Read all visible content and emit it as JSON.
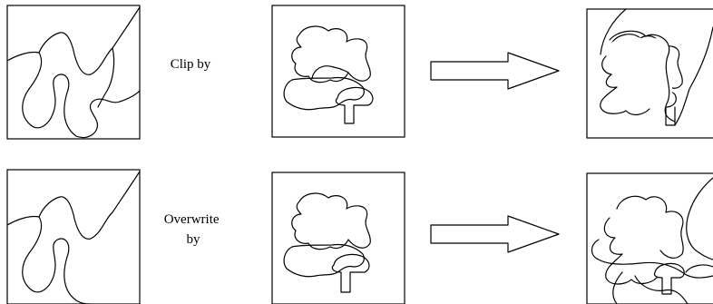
{
  "rows": [
    {
      "operation_label_lines": [
        "Clip by"
      ]
    },
    {
      "operation_label_lines": [
        "Overwrite",
        "by"
      ]
    }
  ]
}
